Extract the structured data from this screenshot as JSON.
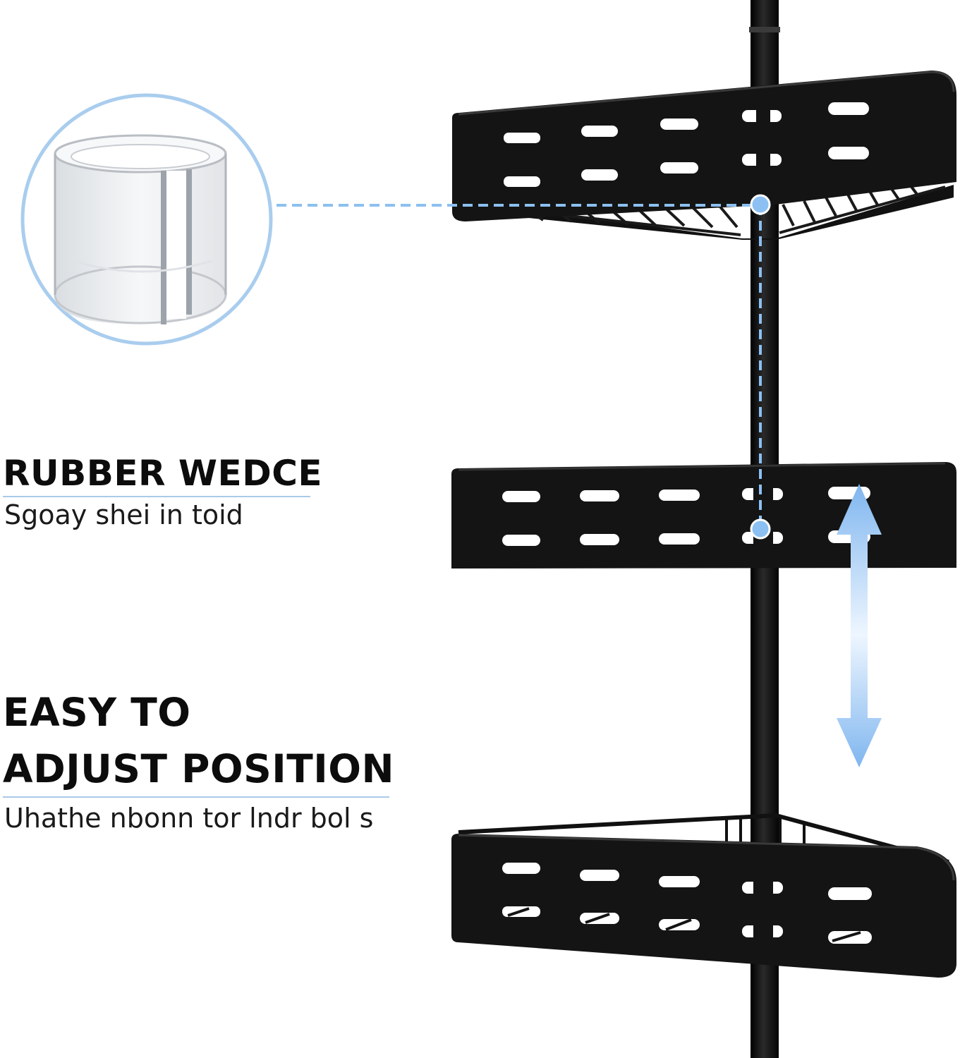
{
  "feature_rubber": {
    "title": "RUBBER WEDCE",
    "subtitle": "Sgoay shei in toid"
  },
  "feature_adjust": {
    "title_line1": "EASY TO",
    "title_line2": "ADJUST POSITION",
    "subtitle": "Uhathe nbonn tor lndr bol s"
  },
  "colors": {
    "accent_blue": "#8cc0f2",
    "shelf_black": "#111111",
    "text": "#0c0c0c"
  },
  "icons": [
    "rubber-wedge-image",
    "up-down-arrow-icon",
    "shelf-image"
  ]
}
